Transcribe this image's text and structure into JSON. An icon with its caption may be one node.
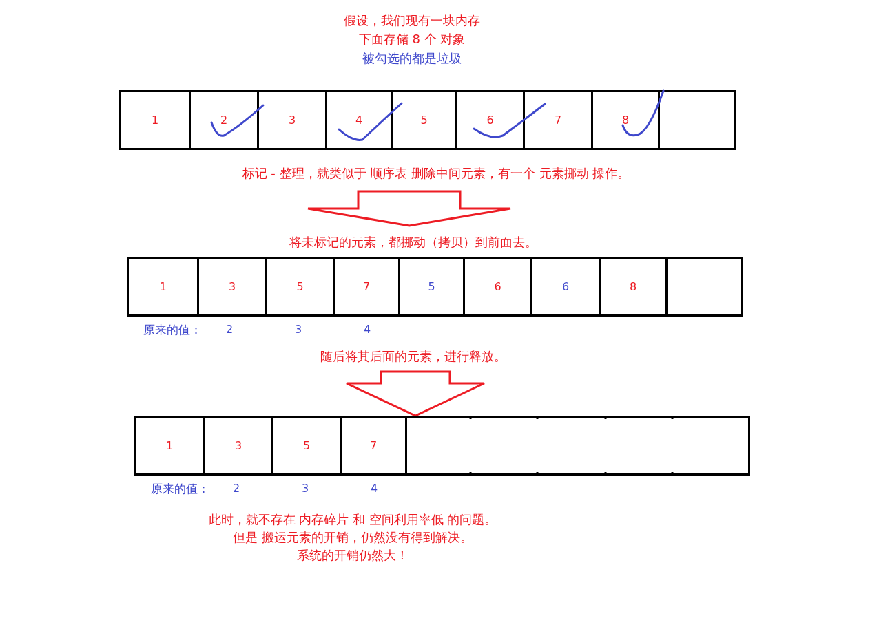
{
  "diagram": {
    "nodes": [
      {
        "text": [],
        "shape": "box"
      },
      {
        "text": [
          "1"
        ],
        "in": 0
      },
      {
        "text": [
          "2"
        ],
        "in": 0
      },
      {
        "text": [
          "3"
        ],
        "in": 0
      },
      {
        "text": [
          "4"
        ],
        "in": 0
      },
      {
        "text": [
          "5"
        ],
        "in": 0
      },
      {
        "text": [
          "6"
        ],
        "in": 0
      },
      {
        "text": [
          "7"
        ],
        "in": 0
      },
      {
        "text": [
          "8"
        ],
        "in": 0
      },
      {
        "text": [],
        "shape": "box",
        "in": 0
      },
      {
        "text": [
          "标记 - 整理，就类似于 顺序表 删除中间元素，有一个 元素挪动 操作。"
        ]
      },
      {
        "text": [
          "将未标记的元素，都挪动（拷贝）到前面去。"
        ]
      },
      {
        "text": [],
        "shape": "box"
      },
      {
        "text": [
          "1"
        ],
        "in": 12
      },
      {
        "text": [
          "3"
        ],
        "in": 12
      },
      {
        "text": [
          "5"
        ],
        "in": 12
      },
      {
        "text": [
          "7"
        ],
        "in": 12
      },
      {
        "text": [
          "5"
        ],
        "in": 12
      },
      {
        "text": [
          "6"
        ],
        "in": 12
      },
      {
        "text": [
          "6"
        ],
        "in": 12
      },
      {
        "text": [
          "8"
        ],
        "in": 12
      },
      {
        "text": [],
        "shape": "box",
        "in": 12
      },
      {
        "text": [
          "随后将其后面的元素，进行释放。"
        ]
      },
      {
        "text": [],
        "shape": "box"
      },
      {
        "text": [
          "1"
        ],
        "in": 23
      },
      {
        "text": [
          "3"
        ],
        "in": 23
      },
      {
        "text": [
          "5"
        ],
        "in": 23
      },
      {
        "text": [
          "7"
        ],
        "in": 23
      },
      {
        "text": [],
        "shape": "box",
        "in": 23
      }
    ],
    "edges": [
      {
        "from": 10,
        "to": 11,
        "arrow": "to"
      },
      {
        "from": 22,
        "to": 23,
        "arrow": "to"
      }
    ],
    "labels": [
      "假设，我们现有一块内存",
      "下面存储 8 个 对象",
      "被勾选的都是垃圾",
      "原来的值：",
      "2",
      "3",
      "4",
      "原来的值：",
      "2",
      "3",
      "4",
      "此时，就不存在 内存碎片 和 空间利用率低 的问题。",
      "但是 搬运元素的开销，仍然没有得到解决。",
      "系统的开销仍然大！"
    ]
  }
}
